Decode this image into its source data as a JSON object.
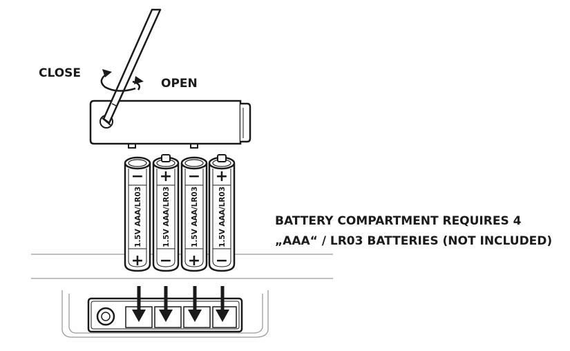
{
  "labels": {
    "close": "CLOSE",
    "open": "OPEN",
    "requirement_line1": "BATTERY COMPARTMENT REQUIRES 4",
    "requirement_line2": "„AAA“ / LR03 BATTERIES (NOT INCLUDED)"
  },
  "batteries": [
    {
      "text": "1.5V AAA/LR03",
      "top_sign": "−",
      "bottom_sign": "+",
      "top": "flat"
    },
    {
      "text": "1.5V AAA/LR03",
      "top_sign": "+",
      "bottom_sign": "−",
      "top": "nub"
    },
    {
      "text": "1.5V AAA/LR03",
      "top_sign": "−",
      "bottom_sign": "+",
      "top": "flat"
    },
    {
      "text": "1.5V AAA/LR03",
      "top_sign": "+",
      "bottom_sign": "−",
      "top": "nub"
    }
  ],
  "colors": {
    "line": "#1a1a1a",
    "background": "#ffffff",
    "light_line": "#9a9a9a"
  }
}
